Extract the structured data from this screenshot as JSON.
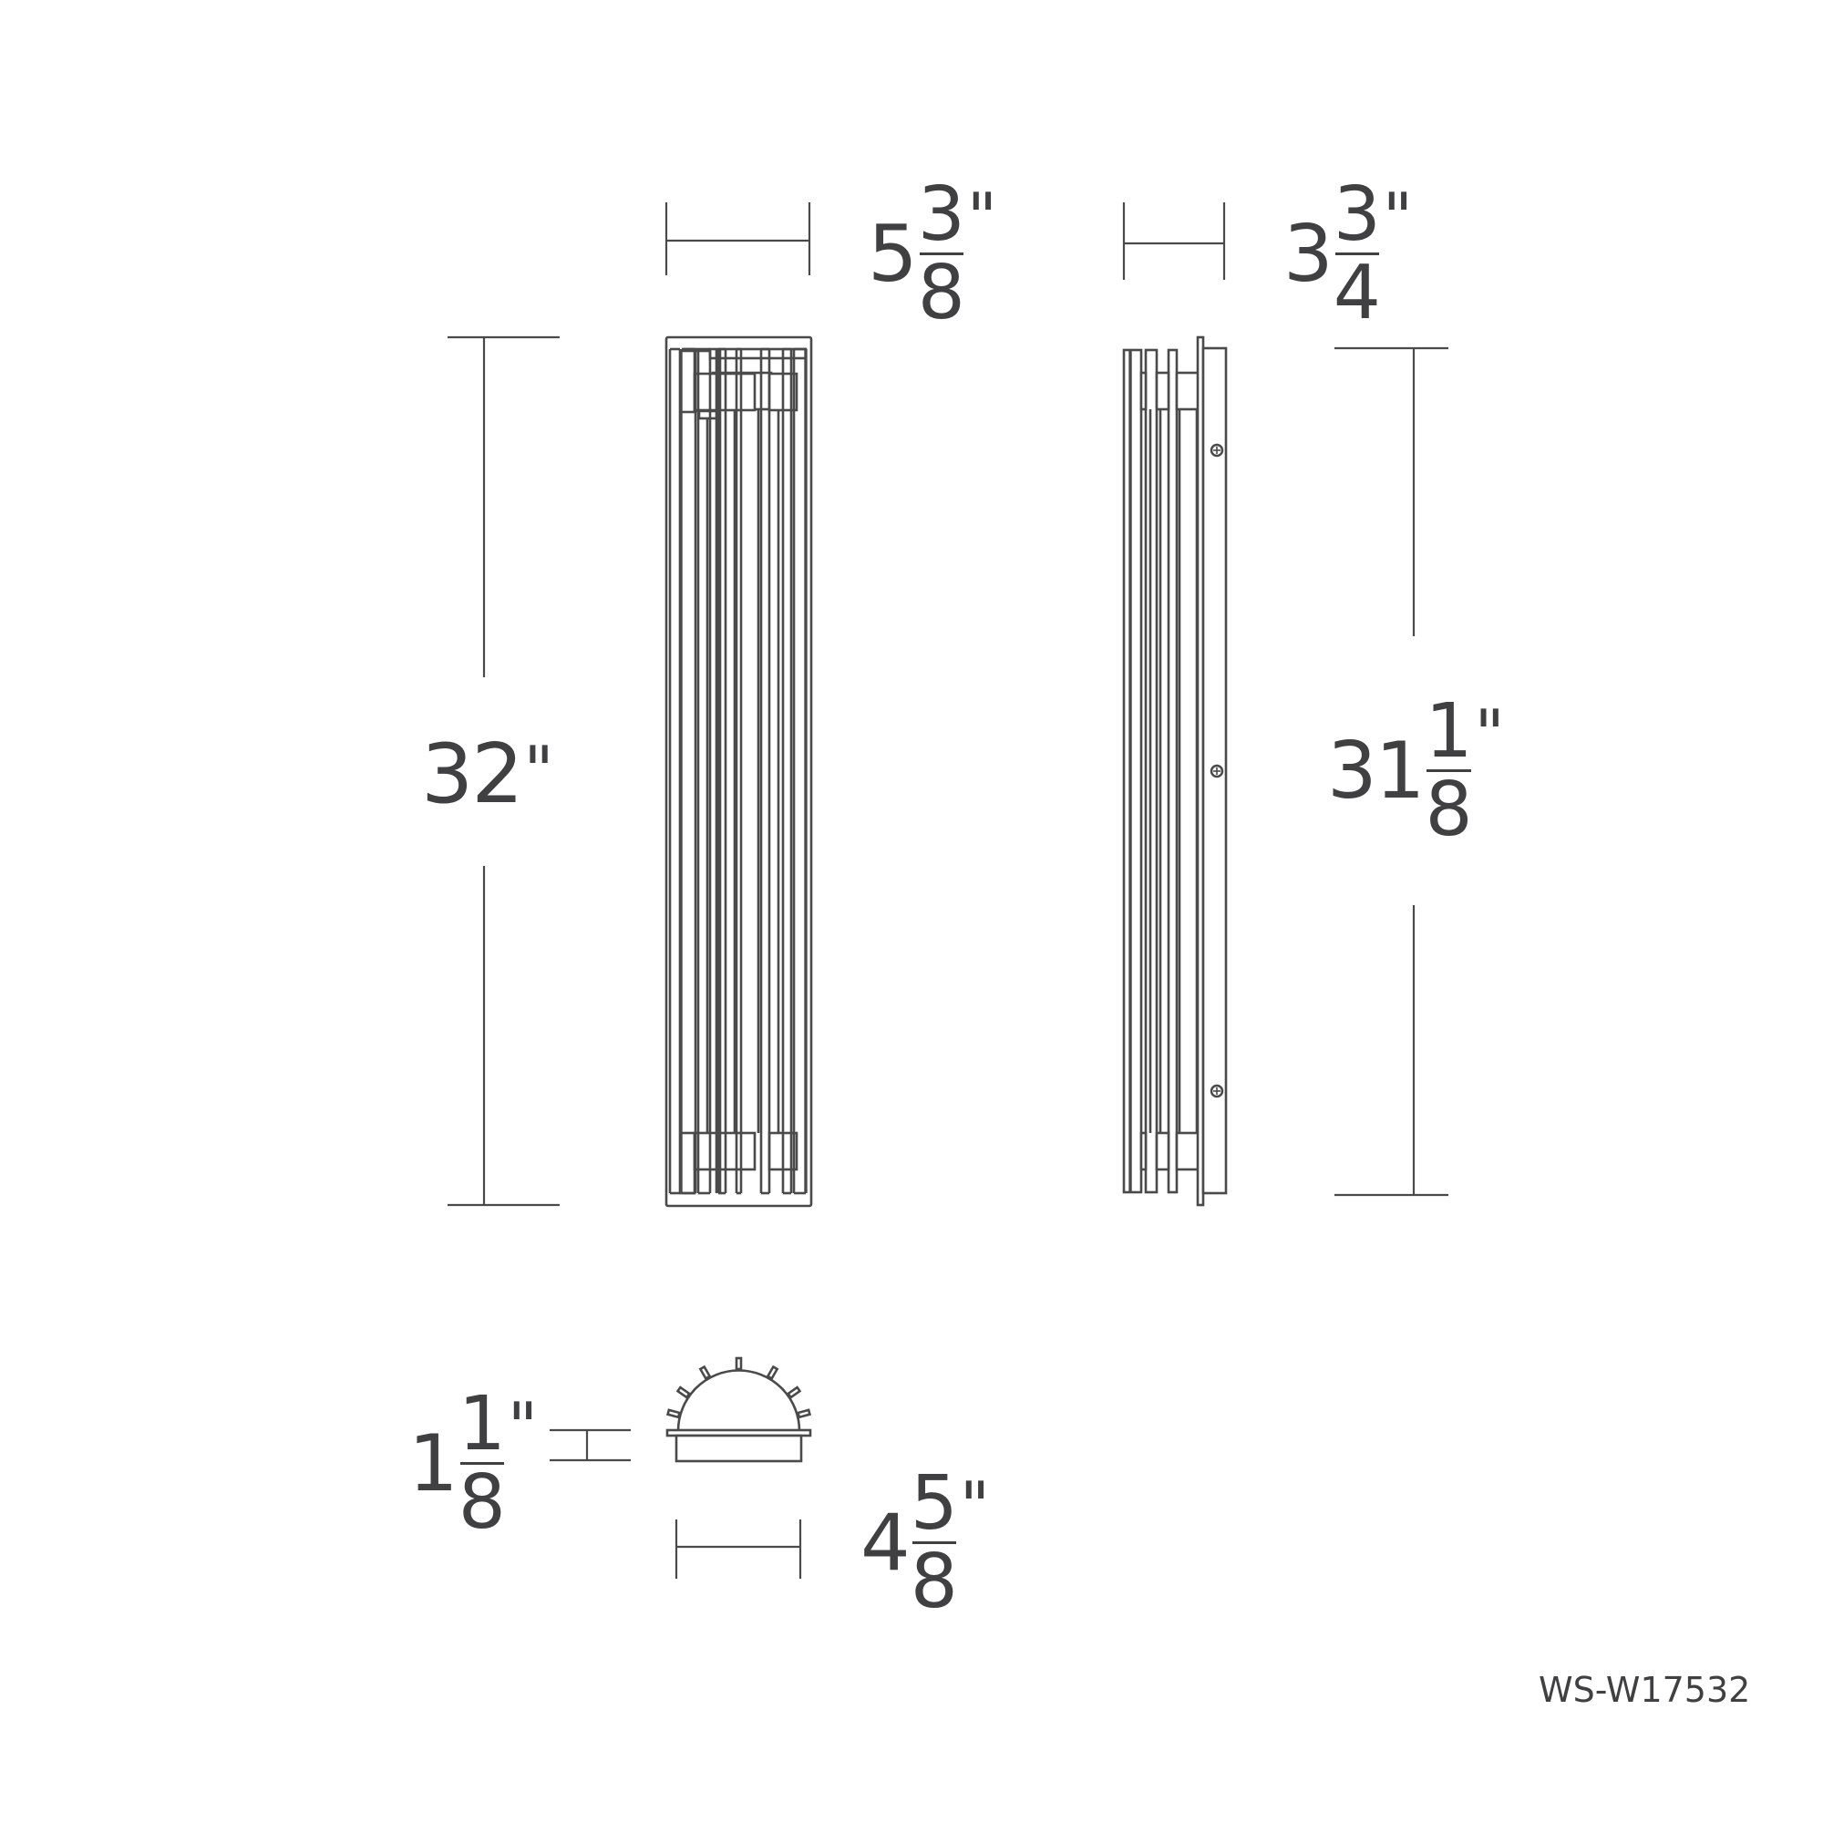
{
  "drawing": {
    "type": "product dimension drawing",
    "model_number": "WS-W17532",
    "line_color": "#4a4a4a",
    "text_color": "#404042",
    "background": "#ffffff",
    "views": [
      {
        "name": "front-view",
        "description": "front elevation with vertical slats"
      },
      {
        "name": "side-view",
        "description": "side elevation with wall backplate and mounting screws"
      },
      {
        "name": "top-view",
        "description": "half-round top profile with radial fins"
      }
    ],
    "dimensions": {
      "front_width": {
        "whole": "5",
        "num": "3",
        "den": "8",
        "unit": "\"",
        "text": "5 3/8\""
      },
      "front_height": {
        "whole": "32",
        "unit": "\"",
        "text": "32\""
      },
      "side_depth": {
        "whole": "3",
        "num": "3",
        "den": "4",
        "unit": "\"",
        "text": "3 3/4\""
      },
      "side_height": {
        "whole": "31",
        "num": "1",
        "den": "8",
        "unit": "\"",
        "text": "31 1/8\""
      },
      "backplate_depth": {
        "whole": "1",
        "num": "1",
        "den": "8",
        "unit": "\"",
        "text": "1 1/8\""
      },
      "backplate_width": {
        "whole": "4",
        "num": "5",
        "den": "8",
        "unit": "\"",
        "text": "4 5/8\""
      }
    }
  }
}
